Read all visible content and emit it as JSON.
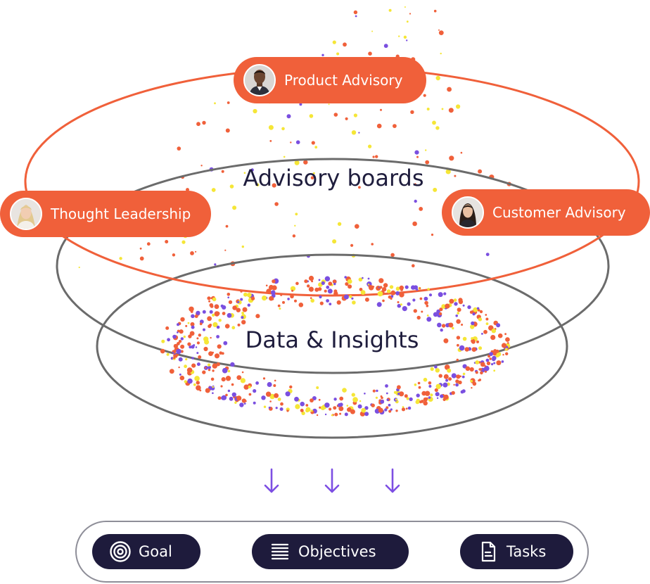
{
  "title": "Advisory boards",
  "center": "Data & Insights",
  "boards": [
    {
      "label": "Product Advisory",
      "avatar": "man-portrait"
    },
    {
      "label": "Thought Leadership",
      "avatar": "blonde-woman-portrait"
    },
    {
      "label": "Customer Advisory",
      "avatar": "dark-haired-woman-portrait"
    }
  ],
  "outputs": [
    {
      "label": "Goal",
      "icon": "target-icon"
    },
    {
      "label": "Objectives",
      "icon": "list-icon"
    },
    {
      "label": "Tasks",
      "icon": "document-icon"
    }
  ],
  "colors": {
    "accent_orange": "#f0603a",
    "accent_yellow": "#f5e637",
    "accent_purple": "#7a4fe0",
    "ring_gray": "#6b6b6b",
    "chip_navy": "#1e1b3c",
    "arrow_purple": "#7d4fe3"
  }
}
